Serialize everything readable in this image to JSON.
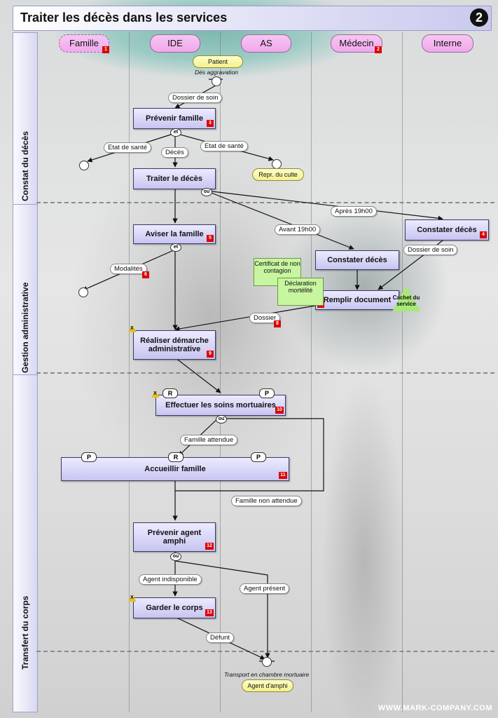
{
  "title": "Traiter les décès dans les services",
  "page_number": "2",
  "lanes": [
    {
      "label": "Famille",
      "badge": "1"
    },
    {
      "label": "IDE",
      "badge": ""
    },
    {
      "label": "AS",
      "badge": ""
    },
    {
      "label": "Médecin",
      "badge": "2"
    },
    {
      "label": "Interne",
      "badge": ""
    }
  ],
  "phases": [
    "Constat du décès",
    "Gestion administrative",
    "Transfert du corps"
  ],
  "events": {
    "start_label": "Patient",
    "start_caption": "Dés aggravation",
    "culte": "Repr. du culte",
    "end_caption": "Transport en chambre mortuaire",
    "end_label": "Agent d'amphi"
  },
  "tasks": [
    {
      "label": "Prévenir famille",
      "num": "3"
    },
    {
      "label": "Traiter le décès",
      "num": ""
    },
    {
      "label": "Aviser la famille",
      "num": "5"
    },
    {
      "label": "Constater décès",
      "num": "4"
    },
    {
      "label": "Constater décès",
      "num": ""
    },
    {
      "label": "Remplir document",
      "num": "4"
    },
    {
      "label": "Réaliser démarche administrative",
      "num": "9"
    },
    {
      "label": "Effectuer les soins mortuaires",
      "num": "10"
    },
    {
      "label": "Accueillir famille",
      "num": "11"
    },
    {
      "label": "Prévenir agent amphi",
      "num": "12"
    },
    {
      "label": "Garder le corps",
      "num": "13"
    }
  ],
  "flow_labels": {
    "dossier_soin_1": "Dossier de soin",
    "etat_sante_1": "Etat de santé",
    "deces": "Décès",
    "etat_sante_2": "Etat de santé",
    "apres_19h": "Après 19h00",
    "avant_19h": "Avant 19h00",
    "dossier_soin_2": "Dossier de soin",
    "modalites": "Modalités",
    "modalites_num": "6",
    "dossier": "Dossier",
    "dossier_num": "8",
    "famille_attendue": "Famille attendue",
    "famille_non_attendue": "Famille non attendue",
    "agent_indisponible": "Agent indisponible",
    "agent_present": "Agent présent",
    "defunt": "Défunt"
  },
  "gateways": {
    "et": "et",
    "ou": "ou"
  },
  "notes": {
    "certificat": "Certificat de non contagion",
    "declaration": "Déclaration mortélité",
    "cachet": "Cachet du service"
  },
  "markers": {
    "r": "R",
    "p": "P",
    "x": "X"
  },
  "footer": "WWW.MARK-COMPANY.COM"
}
